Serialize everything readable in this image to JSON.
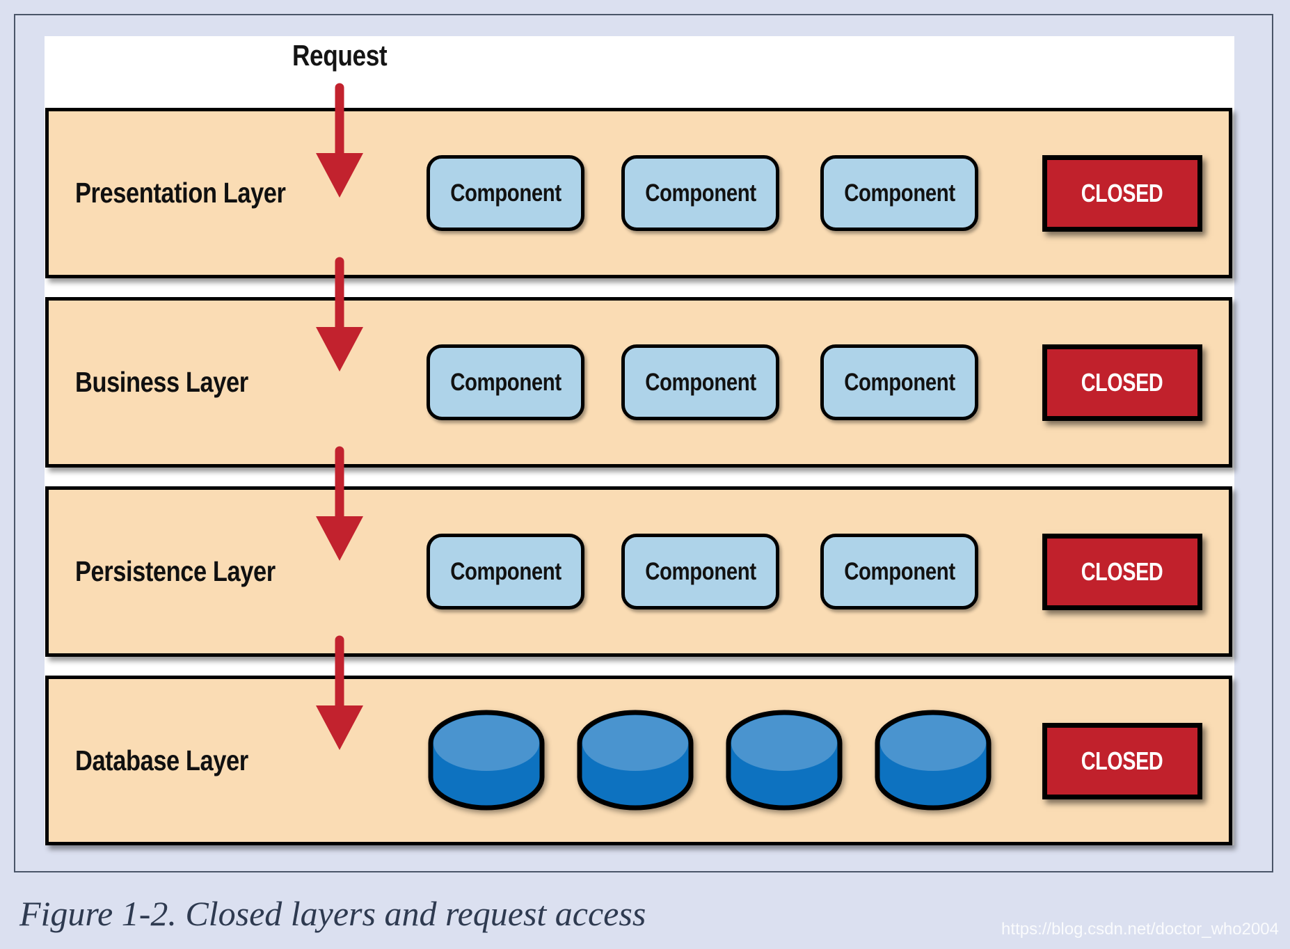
{
  "figure": {
    "caption": "Figure 1-2. Closed layers and request access",
    "watermark": "https://blog.csdn.net/doctor_who2004"
  },
  "diagram": {
    "request_label": "Request",
    "layers": [
      {
        "name": "Presentation Layer",
        "status": "CLOSED",
        "components": [
          "Component",
          "Component",
          "Component"
        ]
      },
      {
        "name": "Business Layer",
        "status": "CLOSED",
        "components": [
          "Component",
          "Component",
          "Component"
        ]
      },
      {
        "name": "Persistence Layer",
        "status": "CLOSED",
        "components": [
          "Component",
          "Component",
          "Component"
        ]
      },
      {
        "name": "Database Layer",
        "status": "CLOSED",
        "database_count": 4
      }
    ],
    "icons": {
      "flow_arrow": "down-arrow",
      "database": "database-cylinder"
    },
    "colors": {
      "page_background": "#dbe0f0",
      "layer_fill": "#fadcb4",
      "layer_border": "#000000",
      "component_fill": "#aed3e9",
      "closed_badge": "#c1212c",
      "arrow": "#c2222e",
      "database_dark": "#0d72c0",
      "database_light": "#4a94cf",
      "caption_text": "#2e3a50"
    }
  }
}
